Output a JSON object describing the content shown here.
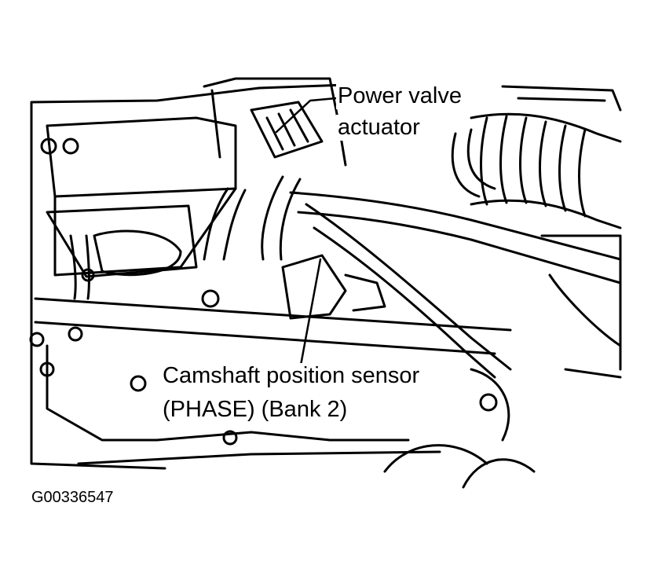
{
  "labels": {
    "power_valve_line1": "Power valve",
    "power_valve_line2": "actuator",
    "camshaft_line1": "Camshaft position sensor",
    "camshaft_line2": "(PHASE) (Bank 2)"
  },
  "figure_id": "G00336547",
  "colors": {
    "ink": "#000000",
    "paper": "#ffffff"
  }
}
